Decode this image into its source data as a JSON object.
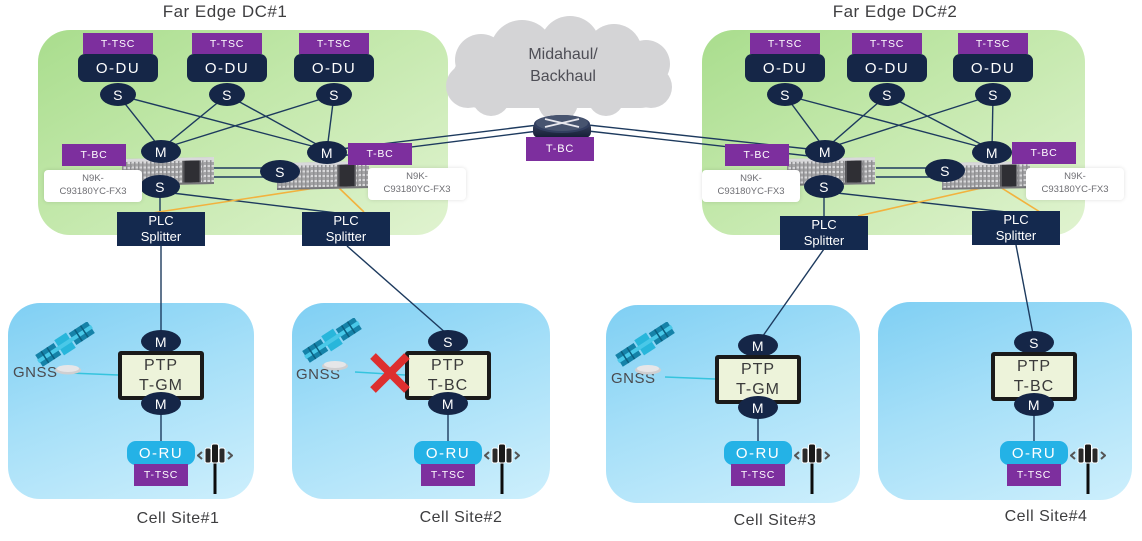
{
  "titles": {
    "dc1": "Far Edge DC#1",
    "dc2": "Far Edge DC#2"
  },
  "cloud": {
    "line1": "Midahaul/",
    "line2": "Backhaul",
    "router_label": "T-BC"
  },
  "labels": {
    "t_tsc": "T-TSC",
    "t_bc": "T-BC",
    "o_du": "O-DU",
    "master": "M",
    "slave": "S",
    "switch_model_line1": "N9K-",
    "switch_model_line2": "C93180YC-FX3",
    "plc_line1": "PLC",
    "plc_line2": "Splitter",
    "o_ru": "O-RU",
    "gnss": "GNSS"
  },
  "cell_sites": [
    {
      "name": "Cell Site#1",
      "top_port": "M",
      "bottom_port": "M",
      "clock_top": "PTP",
      "clock_bottom": "T-GM",
      "has_gnss": true,
      "gnss_failed": false
    },
    {
      "name": "Cell Site#2",
      "top_port": "S",
      "bottom_port": "M",
      "clock_top": "PTP",
      "clock_bottom": "T-BC",
      "has_gnss": true,
      "gnss_failed": true
    },
    {
      "name": "Cell Site#3",
      "top_port": "M",
      "bottom_port": "M",
      "clock_top": "PTP",
      "clock_bottom": "T-GM",
      "has_gnss": true,
      "gnss_failed": false
    },
    {
      "name": "Cell Site#4",
      "top_port": "S",
      "bottom_port": "M",
      "clock_top": "PTP",
      "clock_bottom": "T-BC",
      "has_gnss": false,
      "gnss_failed": false
    }
  ],
  "colors": {
    "dc_green": "#b5e29b",
    "site_blue": "#8ed5f5",
    "navy": "#152647",
    "purple": "#7d2f9e",
    "cyan": "#24b2e6",
    "line": "#1d3a5e",
    "fiber_yellow": "#f2b23e",
    "gnss_link": "#35c4de",
    "alert_red": "#dd2f2f",
    "cloud_gray": "#d4d4d6",
    "clock_fill": "#edf3da"
  }
}
